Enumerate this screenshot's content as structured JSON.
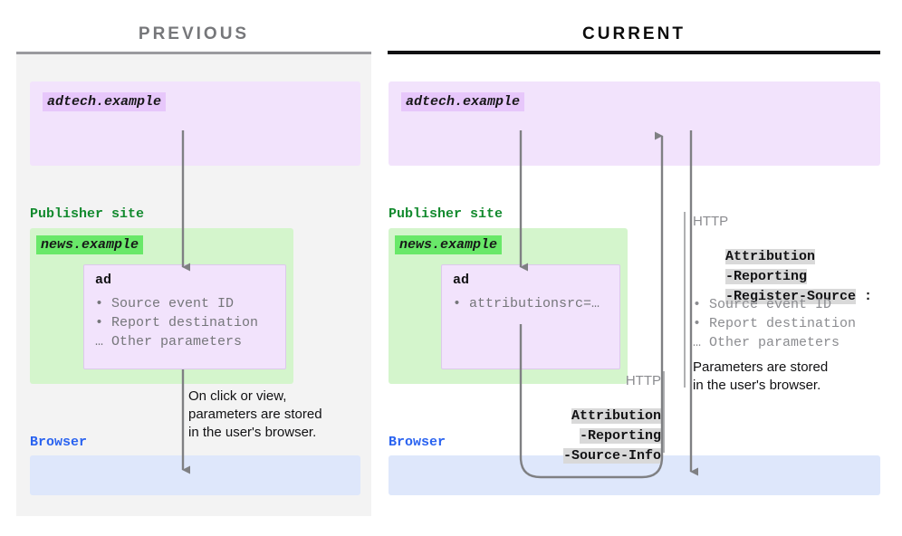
{
  "columns": {
    "previous": {
      "title": "PREVIOUS"
    },
    "current": {
      "title": "CURRENT"
    }
  },
  "previous": {
    "adtech_chip": "adtech.example",
    "publisher_label": "Publisher site",
    "news_chip": "news.example",
    "ad_card": {
      "heading": "ad",
      "lines": "• Source event ID\n• Report destination\n… Other parameters"
    },
    "browser_label": "Browser",
    "note": "On click or view,\nparameters are stored\nin the user's browser."
  },
  "current": {
    "adtech_chip": "adtech.example",
    "publisher_label": "Publisher site",
    "news_chip": "news.example",
    "ad_card": {
      "heading": "ad",
      "lines": "• attributionsrc=…"
    },
    "browser_label": "Browser",
    "request": {
      "http_label": "HTTP",
      "line1": "Attribution",
      "line2": "-Reporting",
      "line3": "-Source-Info"
    },
    "response": {
      "http_label": "HTTP",
      "line1": "Attribution",
      "line2": "-Reporting",
      "line3": "-Register-Source",
      "colon": " :",
      "params": "• Source event ID\n• Report destination\n… Other parameters",
      "note": "Parameters are stored\nin the user's browser."
    }
  },
  "colors": {
    "purple_zone": "#f2e3fc",
    "purple_chip": "#e7c7fb",
    "green_zone": "#d4f5cc",
    "green_chip": "#69e869",
    "blue_zone": "#dee7fb",
    "panel_bg": "#f3f3f3",
    "arrow": "#7f8083",
    "publisher_text": "#128a2e",
    "browser_text": "#2a63f0",
    "header_token_bg": "#d9d9d9"
  }
}
